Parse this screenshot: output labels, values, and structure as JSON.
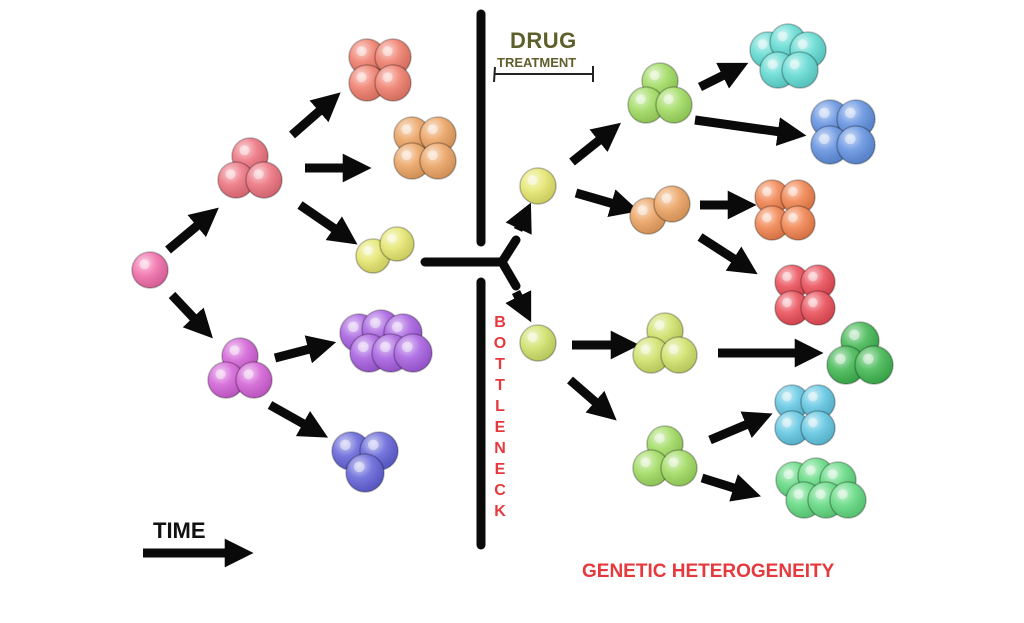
{
  "labels": {
    "drug": "DRUG",
    "treatment": "TREATMENT",
    "bottleneck": "BOTTLENECK",
    "time": "TIME",
    "genetic_heterogeneity": "GENETIC HETEROGENEITY"
  },
  "colors": {
    "pink": "#f06aa8",
    "rose": "#ec6f7c",
    "magenta": "#d25ed6",
    "coral": "#ef7a68",
    "orange": "#eba15f",
    "yellow": "#e4e66a",
    "purple": "#a55ce0",
    "indigo": "#6060d8",
    "lime": "#9edb5e",
    "cyan": "#5fdad2",
    "blue": "#5f8fe0",
    "tangerine": "#f1804a",
    "red": "#ea4a55",
    "chartreuse": "#cfe166",
    "green": "#3db64e",
    "skyblue": "#5fc6e2",
    "mint": "#5fd97e",
    "drug_text": "#5f5f2c",
    "bottleneck_text": "#e6393d",
    "arrow": "#0a0a0a"
  }
}
